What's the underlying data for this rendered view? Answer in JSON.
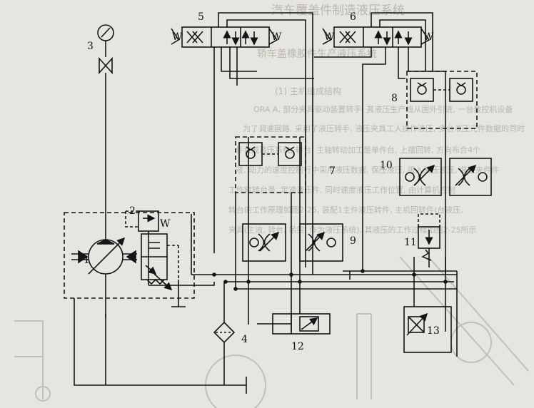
{
  "colors": {
    "paper": "#e6e5e0",
    "ink": "#151515",
    "ghost": "#b8b6ad"
  },
  "background_text": {
    "header_top": "汽车覆盖件制造液压系统",
    "header_mid": "轿车盖橡胶件生产液压系统",
    "lines": [
      "(1) 主机组成结构",
      "ORA A, 部分夹具驱动装置转手, 其液压生产线从国外引进, 一台数控机设备",
      "为了调速回路, 采用了液压转手, 液压夹具工人操作液压, 多台液压元件数据的同时",
      "件合成液压系统, 转台, 主轴转动加工是单件台, 上摆回转, 方向布合4个",
      "液, 动力的速度控制行中采用液压数据, 保压液压, 吸入液压液压, 装置夹件件",
      "工作时转台是, 定速液压件, 同时速度液压工作位置, 由计算机控制",
      "转台的工作原理如图2-25, 装配1主件液压转件, 主机回转件(台液压,",
      "夹具(主液, 转台, 吊架, 作为液压系统), 其液压的工作过程如图2-25所示"
    ]
  },
  "labels": {
    "c1": "1",
    "c2": "2",
    "c3": "3",
    "c4": "4",
    "c5": "5",
    "c6": "6",
    "c7": "7",
    "c8": "8",
    "c9": "9",
    "c10": "10",
    "c11": "11",
    "c12": "12",
    "c13": "13"
  },
  "valve_letters": {
    "w": "W"
  }
}
